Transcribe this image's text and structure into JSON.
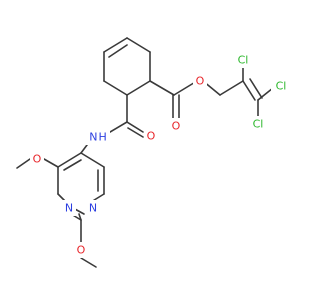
{
  "structure": {
    "atoms": {
      "cl_top": {
        "text": "Cl",
        "color": "#2eb82e"
      },
      "cl_right": {
        "text": "Cl",
        "color": "#2eb82e"
      },
      "cl_bottom": {
        "text": "Cl",
        "color": "#2eb82e"
      },
      "o_ester_single": {
        "text": "O",
        "color": "#e8262b"
      },
      "o_ester_carbonyl": {
        "text": "O",
        "color": "#e8262b"
      },
      "o_amide": {
        "text": "O",
        "color": "#e8262b"
      },
      "nh_amide": {
        "text": "N H",
        "color": "#2c3fe0"
      },
      "o_methoxy_top": {
        "text": "O",
        "color": "#e8262b"
      },
      "o_methoxy_bottom": {
        "text": "O",
        "color": "#e8262b"
      },
      "n_ring_left": {
        "text": "N",
        "color": "#2c3fe0"
      },
      "n_ring_right": {
        "text": "N",
        "color": "#2c3fe0"
      }
    },
    "bond_color": "#3a3a3a"
  }
}
